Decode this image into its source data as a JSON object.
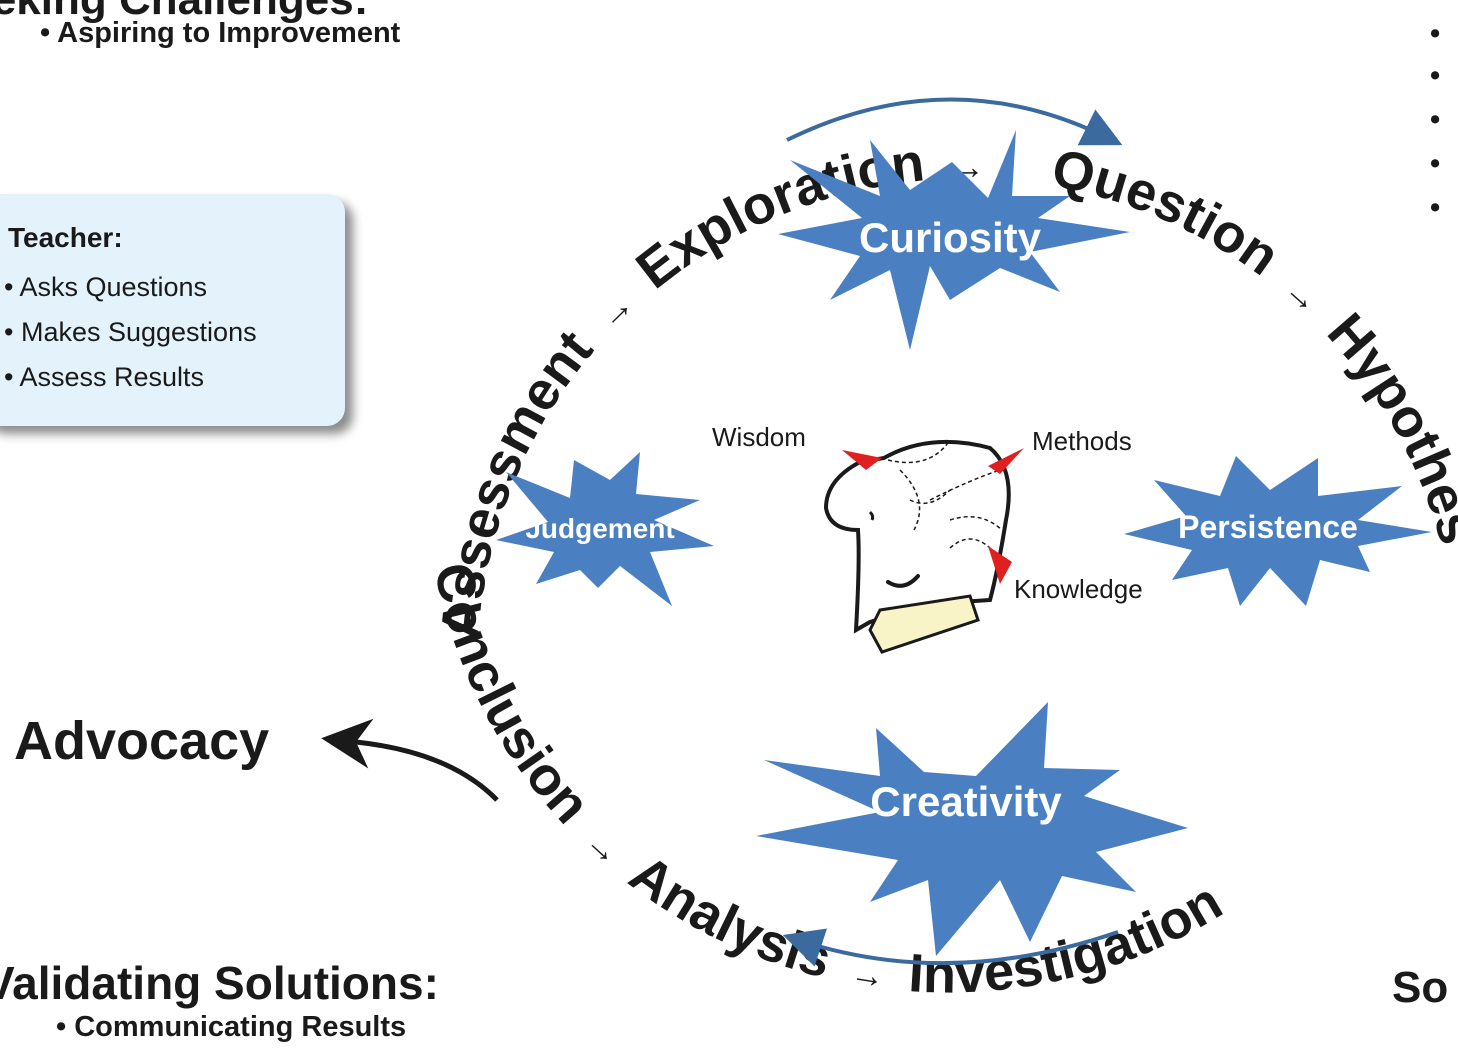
{
  "top_left": {
    "heading": "Seeking Challenges:",
    "bullet": "• Aspiring to Improvement"
  },
  "teacher": {
    "title": "Teacher:",
    "items": [
      "• Asks Questions",
      "• Makes Suggestions",
      "• Assess Results"
    ]
  },
  "advocacy": "Advocacy",
  "bottom_left": {
    "heading": "Validating Solutions:",
    "bullet": "• Communicating Results"
  },
  "bottom_right": {
    "heading": "So"
  },
  "right_bullets": [
    "•",
    "•",
    "•",
    "•",
    "•"
  ],
  "cycle": {
    "exploration": "Exploration",
    "question": "Question",
    "hypothesis": "Hypothesis",
    "investigation": "Investigation",
    "analysis": "Analysis",
    "conclusion": "Conclusion",
    "assessment": "Assessment",
    "arrow": "→"
  },
  "stars": {
    "curiosity": "Curiosity",
    "judgement": "Judgement",
    "persistence": "Persistence",
    "creativity": "Creativity"
  },
  "head": {
    "wisdom": "Wisdom",
    "methods": "Methods",
    "knowledge": "Knowledge"
  },
  "colors": {
    "star_fill": "#4a7fc1",
    "arc_stroke": "#3a6a9e",
    "pointer_red": "#e02020",
    "collar": "#f8f4c8",
    "teacher_box": "#e3f2fb"
  }
}
